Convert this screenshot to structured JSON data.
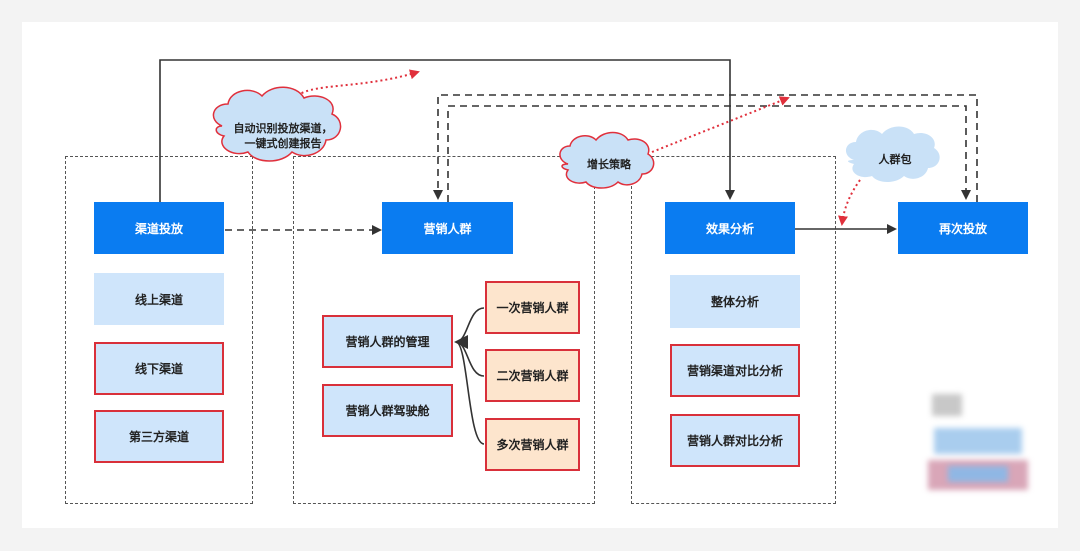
{
  "main_nodes": {
    "channel_delivery": "渠道投放",
    "marketing_crowd": "营销人群",
    "effect_analysis": "效果分析",
    "redelivery": "再次投放"
  },
  "channel_column": {
    "online": "线上渠道",
    "offline": "线下渠道",
    "third_party": "第三方渠道"
  },
  "crowd_column": {
    "management": "营销人群的管理",
    "cockpit": "营销人群驾驶舱",
    "first": "一次营销人群",
    "second": "二次营销人群",
    "multi": "多次营销人群"
  },
  "analysis_column": {
    "overall": "整体分析",
    "channel_compare": "营销渠道对比分析",
    "crowd_compare": "营销人群对比分析"
  },
  "clouds": {
    "auto_identify_line1": "自动识别投放渠道，",
    "auto_identify_line2": "一键式创建报告",
    "growth_strategy": "增长策略",
    "crowd_package": "人群包"
  },
  "colors": {
    "primary_blue": "#0a7cf1",
    "light_blue": "#cfe5fb",
    "border_red": "#d9303a",
    "peach": "#fde5cd",
    "cloud_red": "#e0303c",
    "cloud_fill": "#c9e1f7"
  }
}
